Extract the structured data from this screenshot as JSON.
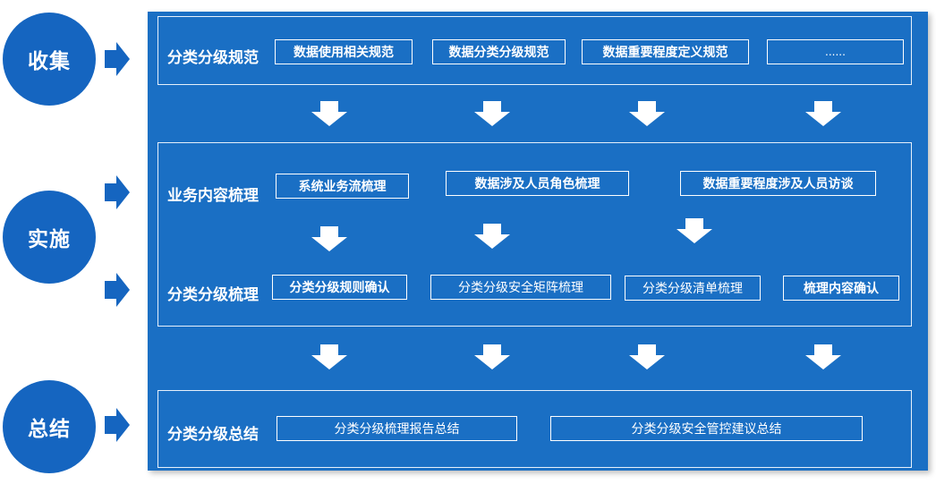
{
  "colors": {
    "panel": "#1a6fc4",
    "circle": "#1565c0",
    "arrow": "#1565c0",
    "line": "#ffffff"
  },
  "phases": {
    "collect": "收集",
    "implement": "实施",
    "summary": "总结"
  },
  "section1": {
    "label": "分类分级规范",
    "items": [
      "数据使用相关规范",
      "数据分类分级规范",
      "数据重要程度定义规范",
      "......"
    ]
  },
  "section2": {
    "row1_label": "业务内容梳理",
    "row1_items": [
      "系统业务流梳理",
      "数据涉及人员角色梳理",
      "数据重要程度涉及人员访谈"
    ],
    "row2_label": "分类分级梳理",
    "row2_items": [
      "分类分级规则确认",
      "分类分级安全矩阵梳理",
      "分类分级清单梳理",
      "梳理内容确认"
    ]
  },
  "section3": {
    "label": "分类分级总结",
    "items": [
      "分类分级梳理报告总结",
      "分类分级安全管控建议总结"
    ]
  }
}
